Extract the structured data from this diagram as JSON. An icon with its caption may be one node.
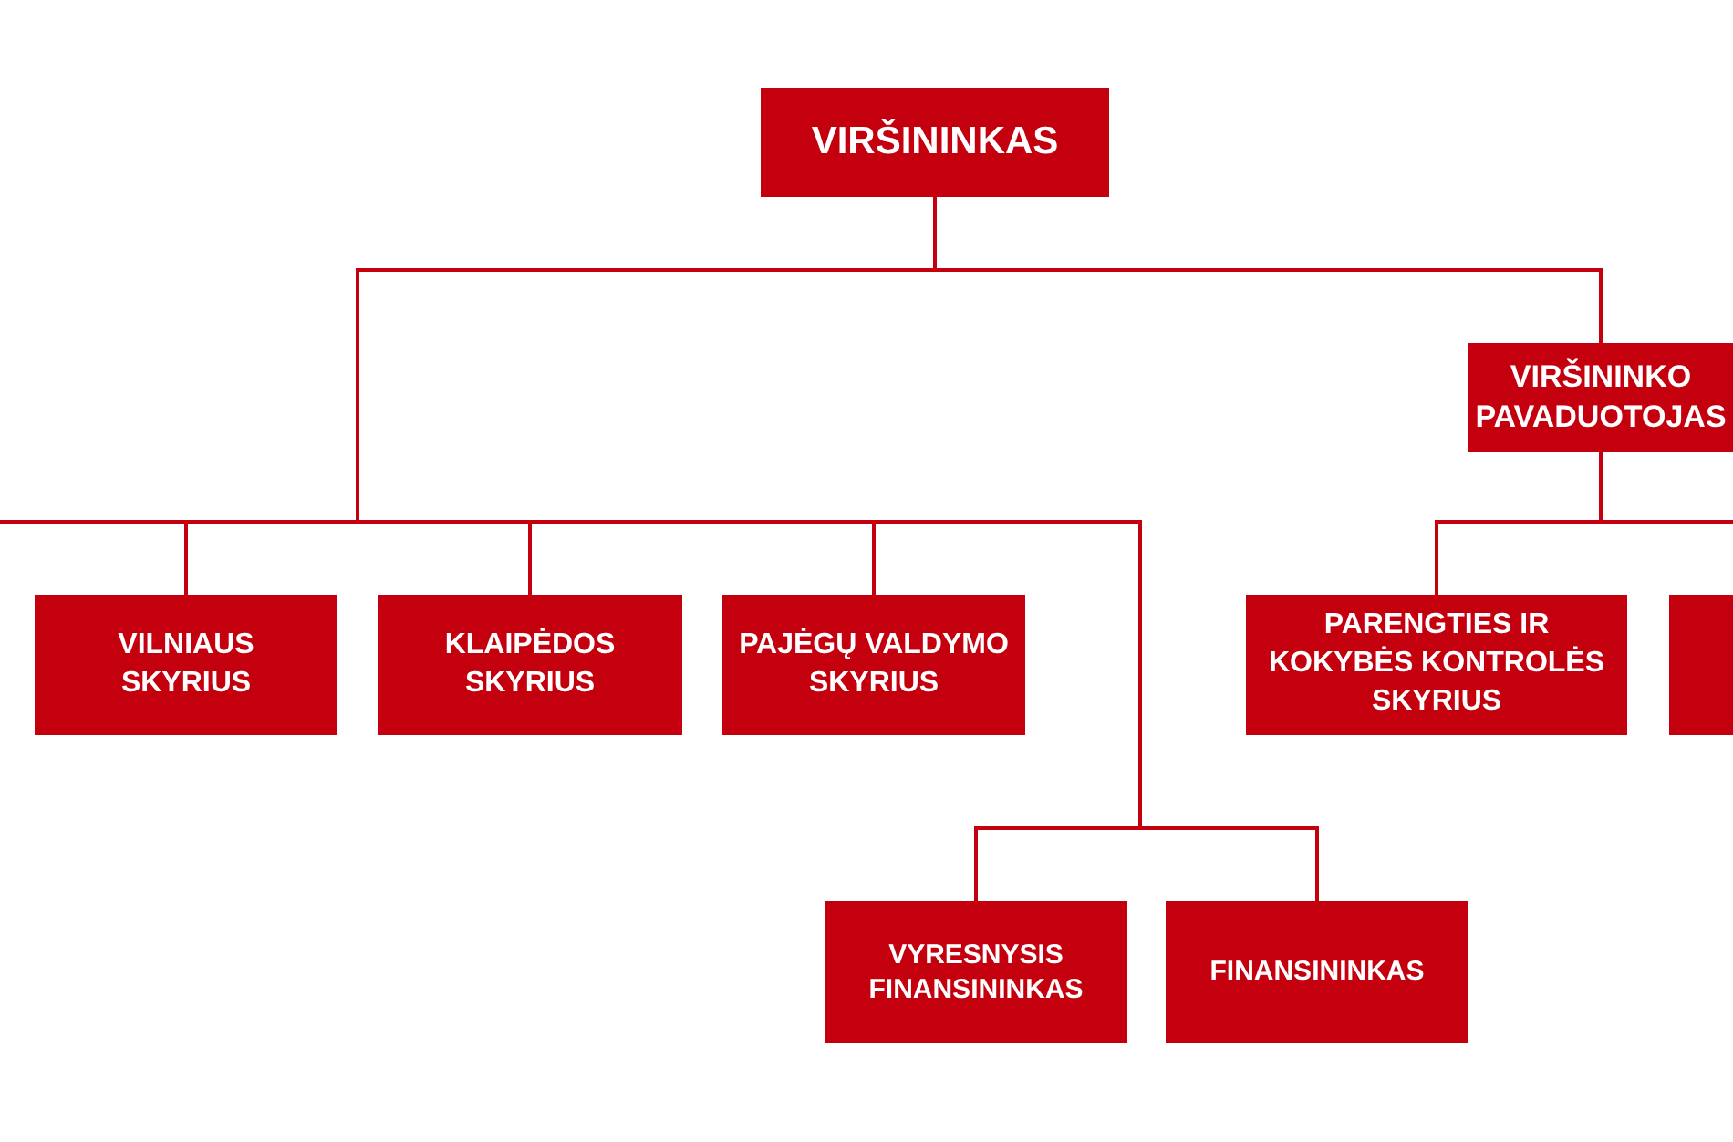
{
  "diagram": {
    "nodes": [
      {
        "text": [
          "VIRŠININKAS"
        ]
      },
      {
        "text": [
          "VIRŠININKO PAVADUOTOJAS"
        ]
      },
      {
        "text": [
          "VILNIAUS SKYRIUS"
        ]
      },
      {
        "text": [
          "KLAIPĖDOS SKYRIUS"
        ]
      },
      {
        "text": [
          "PAJĖGŲ VALDYMO SKYRIUS"
        ]
      },
      {
        "text": [
          "PARENGTIES IR KOKYBĖS KONTROLĖS SKYRIUS"
        ]
      },
      {
        "text": [],
        "shape": "box"
      },
      {
        "text": [
          "VYRESNYSIS FINANSININKAS"
        ]
      },
      {
        "text": [
          "FINANSININKAS"
        ]
      }
    ],
    "edges": [
      {
        "from": 0,
        "to": 1,
        "arrow": "none"
      },
      {
        "from": 0,
        "to": null,
        "arrow": "none"
      },
      {
        "from": 0,
        "to": 2,
        "arrow": "none"
      },
      {
        "from": 0,
        "to": 3,
        "arrow": "none"
      },
      {
        "from": 0,
        "to": 4,
        "arrow": "none"
      },
      {
        "from": 0,
        "to": 7,
        "arrow": "none"
      },
      {
        "from": 0,
        "to": 8,
        "arrow": "none"
      },
      {
        "from": 1,
        "to": 5,
        "arrow": "none"
      },
      {
        "from": 1,
        "to": 6,
        "arrow": "none"
      }
    ]
  }
}
